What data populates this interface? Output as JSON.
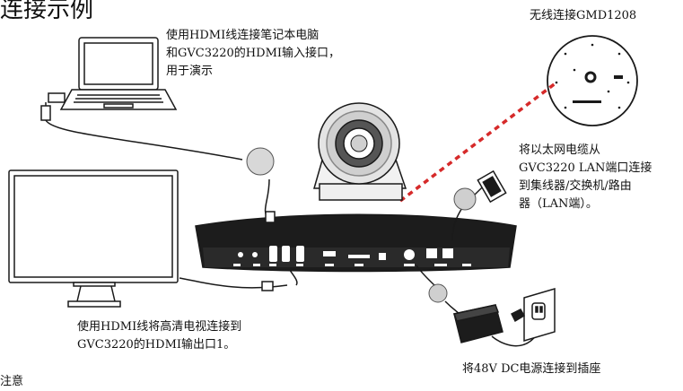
{
  "title": "连接示例",
  "labels": {
    "laptop_note": "使用HDMI线连接笔记本电脑\n和GVC3220的HDMI输入接口，\n用于演示",
    "wireless": "无线连接GMD1208",
    "lan_note": "将以太网电缆从\nGVC3220 LAN端口连接\n到集线器/交换机/路由\n器（LAN端）。",
    "tv_note": "使用HDMI线将高清电视连接到\nGVC3220的HDMI输出口1。",
    "power_note": "将48V DC电源连接到插座",
    "bottom_cut": "注意"
  },
  "colors": {
    "line": "#1a1a1a",
    "wireless_link": "#d62a2a",
    "callout_dot": "#d8d8d8"
  },
  "icons": [
    "laptop-icon",
    "monitor-icon",
    "camera-icon",
    "mic-pod-icon",
    "ethernet-jack-icon",
    "power-adapter-icon",
    "wall-outlet-icon"
  ]
}
